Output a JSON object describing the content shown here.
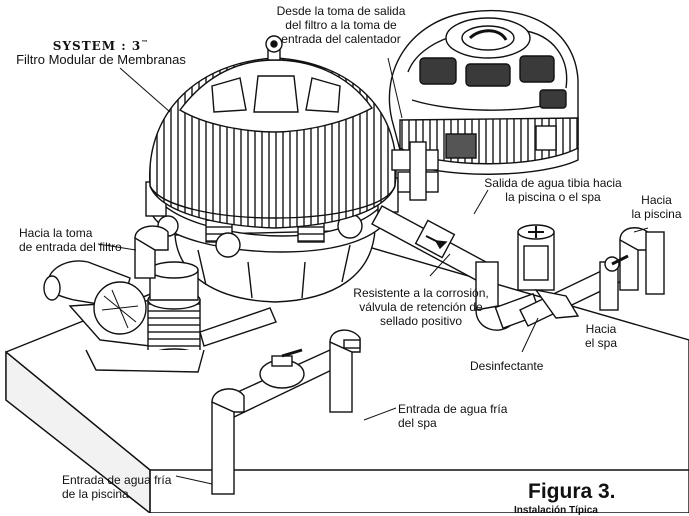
{
  "brand": {
    "name": "SYSTEM : 3",
    "trademark": "™",
    "subtitle": "Filtro Modular de Membranas"
  },
  "labels": {
    "outlet_to_heater": "Desde la toma de salida\ndel filtro a la toma de\nentrada del calentador",
    "warm_water_out": "Salida de agua tibia hacia\nla piscina o el spa",
    "to_pool_top": "Hacia\nla piscina",
    "to_filter_inlet": "Hacia la toma\nde entrada del filtro",
    "check_valve": "Resistente a la corrosión,\nválvula de retención de\nsellado positivo",
    "to_spa": "Hacia\nel spa",
    "disinfectant": "Desinfectante",
    "spa_cold_in": "Entrada de agua fría\ndel spa",
    "pool_cold_in": "Entrada de agua fría\nde la piscina"
  },
  "figure": {
    "title": "Figura 3.",
    "subtitle": "Instalación Típica"
  },
  "colors": {
    "line": "#111111",
    "body": "#ffffff",
    "shade": "#d9d9d9",
    "dark": "#4a4a4a"
  }
}
